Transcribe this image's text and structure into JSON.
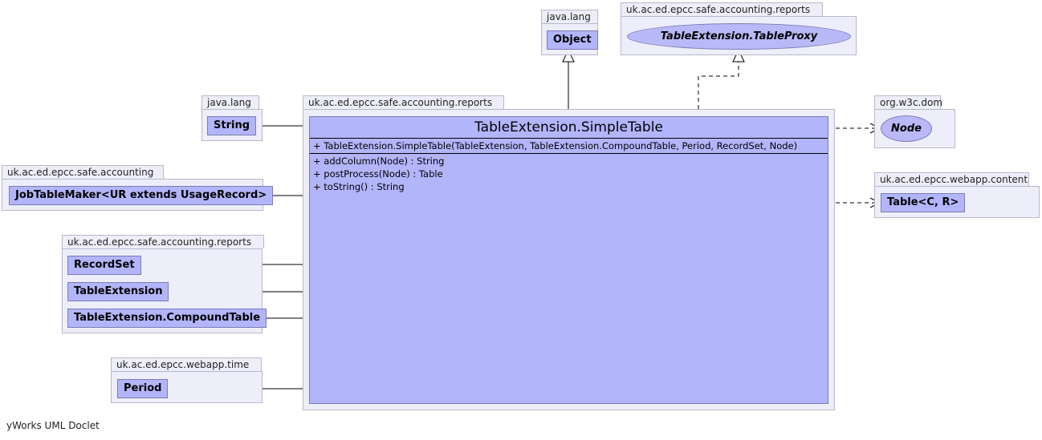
{
  "main_class": {
    "name": "TableExtension.SimpleTable",
    "package": "uk.ac.ed.epcc.safe.accounting.reports",
    "constructors": [
      "+ TableExtension.SimpleTable(TableExtension, TableExtension.CompoundTable, Period, RecordSet, Node)"
    ],
    "methods": [
      "+ addColumn(Node) : String",
      "+ postProcess(Node) : Table",
      "+ toString() : String"
    ]
  },
  "superclass": {
    "package": "java.lang",
    "name": "Object"
  },
  "implemented_interface": {
    "package": "uk.ac.ed.epcc.safe.accounting.reports",
    "name": "TableExtension.TableProxy"
  },
  "dependencies_left": [
    {
      "package": "java.lang",
      "classes": [
        "String"
      ]
    },
    {
      "package": "uk.ac.ed.epcc.safe.accounting",
      "classes": [
        "JobTableMaker<UR extends UsageRecord>"
      ]
    },
    {
      "package": "uk.ac.ed.epcc.safe.accounting.reports",
      "classes": [
        "RecordSet",
        "TableExtension",
        "TableExtension.CompoundTable"
      ]
    },
    {
      "package": "uk.ac.ed.epcc.webapp.time",
      "classes": [
        "Period"
      ]
    }
  ],
  "dependencies_right": [
    {
      "package": "org.w3c.dom",
      "interface": "Node"
    },
    {
      "package": "uk.ac.ed.epcc.webapp.content",
      "classes": [
        "Table<C, R>"
      ]
    }
  ],
  "footer": "yWorks UML Doclet",
  "colors": {
    "class_fill": "#b3b5fb",
    "package_fill": "#eeeefa",
    "border": "#7c7cb4"
  }
}
